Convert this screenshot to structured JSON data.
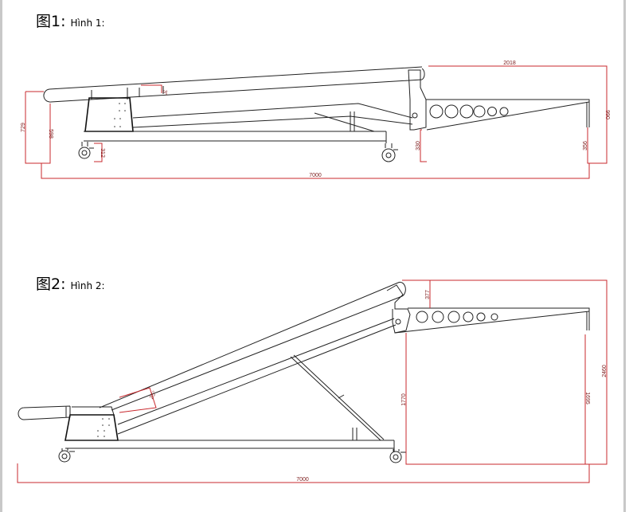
{
  "figure1": {
    "title_zh": "图1:",
    "title_vi": "Hình 1:",
    "dimensions": {
      "overall_length": "7000",
      "platform_length": "2018",
      "total_height": "990",
      "top_height": "729",
      "tube_height": "598",
      "wheel_height": "312",
      "platform_clearance": "330",
      "leg_clearance": "356",
      "angle": "3°"
    }
  },
  "figure2": {
    "title_zh": "图2:",
    "title_vi": "Hình 2:",
    "dimensions": {
      "overall_length": "7000",
      "head_offset": "377",
      "platform_clearance": "1770",
      "leg_clearance": "1695",
      "total_height": "2460",
      "angle": "25°"
    }
  },
  "colors": {
    "dimension": "#c8282d",
    "line": "#222222"
  }
}
